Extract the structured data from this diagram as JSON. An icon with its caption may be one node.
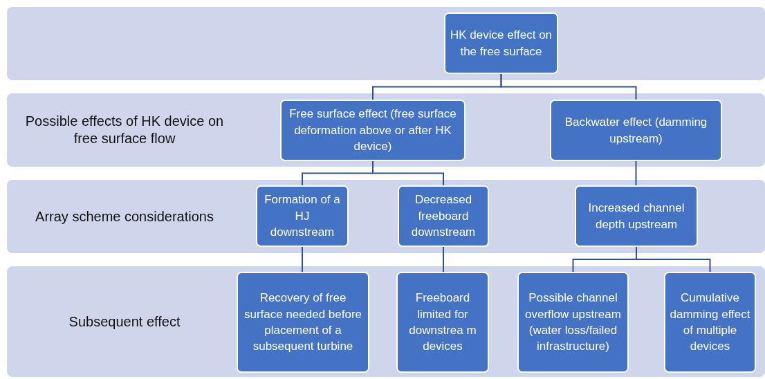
{
  "diagram": {
    "nodes": [
      {
        "text": [],
        "shape": "band"
      },
      {
        "text": [
          "HK device effect on the free surface"
        ],
        "in": 0
      },
      {
        "text": [
          "Possible effects of HK device on free surface flow"
        ]
      },
      {
        "text": [
          "Free surface effect (free surface deformation above or after HK device)"
        ],
        "in": 2
      },
      {
        "text": [
          "Backwater effect (damming upstream)"
        ],
        "in": 2
      },
      {
        "text": [
          "Array scheme considerations"
        ]
      },
      {
        "text": [
          "Formation of a HJ downstream"
        ],
        "in": 5
      },
      {
        "text": [
          "Decreased freeboard downstream"
        ],
        "in": 5
      },
      {
        "text": [
          "Increased channel depth upstream"
        ],
        "in": 5
      },
      {
        "text": [
          "Subsequent effect"
        ]
      },
      {
        "text": [
          "Recovery of free surface needed before placement of a subsequent turbine"
        ],
        "in": 9
      },
      {
        "text": [
          "Freeboard limited for downstrea m devices"
        ],
        "in": 9
      },
      {
        "text": [
          "Possible channel overflow upstream (water loss/failed infrastructure)"
        ],
        "in": 9
      },
      {
        "text": [
          "Cumulative damming effect of multiple devices"
        ],
        "in": 9
      }
    ],
    "edges": [
      {
        "from": 1,
        "to": 3,
        "arrow": "none"
      },
      {
        "from": 1,
        "to": 4,
        "arrow": "none"
      },
      {
        "from": 3,
        "to": 6,
        "arrow": "none"
      },
      {
        "from": 3,
        "to": 7,
        "arrow": "none"
      },
      {
        "from": 4,
        "to": 8,
        "arrow": "none"
      },
      {
        "from": 6,
        "to": 10,
        "arrow": "none"
      },
      {
        "from": 7,
        "to": 11,
        "arrow": "none"
      },
      {
        "from": 8,
        "to": 12,
        "arrow": "none"
      },
      {
        "from": 8,
        "to": 13,
        "arrow": "none"
      }
    ]
  }
}
